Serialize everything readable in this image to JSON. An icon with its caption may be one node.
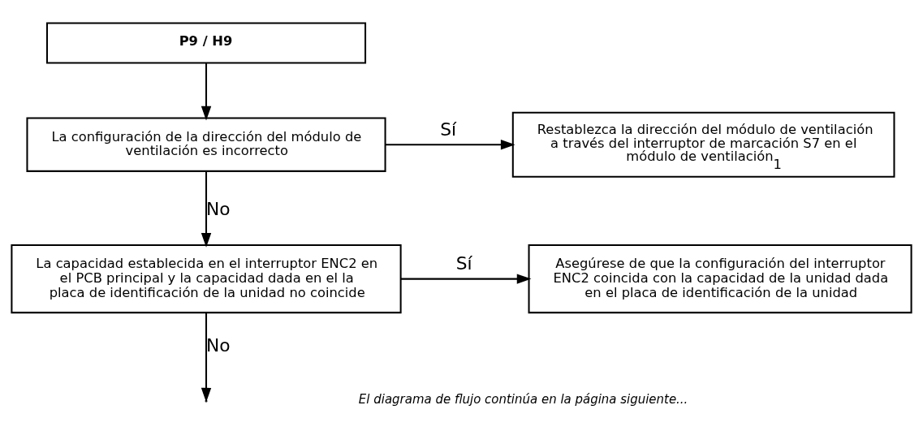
{
  "diagram": {
    "nodes": [
      {
        "text": [
          "P9 / H9"
        ]
      },
      {
        "text": [
          "La configuración de la dirección del módulo de ventilación es incorrecto"
        ]
      },
      {
        "text": [
          "Restablezca la dirección del módulo de ventilación a través del interruptor de marcación S7 en el módulo de ventilación$_{1}$"
        ]
      },
      {
        "text": [
          "La capacidad establecida en el interruptor ENC2 en el PCB principal y la capacidad dada en el la placa de identificación de la unidad no coincide"
        ]
      },
      {
        "text": [
          "Asegúrese de que la configuración del interruptor ENC2 coincida con la capacidad de la unidad dada en el placa de identificación de la unidad"
        ]
      }
    ],
    "edges": [
      {
        "from": 0,
        "to": 1,
        "arrow": "to"
      },
      {
        "from": 1,
        "to": 2,
        "arrow": "to",
        "label": "Sí"
      },
      {
        "from": 1,
        "to": 3,
        "arrow": "to",
        "label": "No"
      },
      {
        "from": 3,
        "to": 4,
        "arrow": "to",
        "label": "Sí"
      },
      {
        "from": 3,
        "to": null,
        "arrow": "to",
        "label": "No"
      }
    ],
    "labels": [
      "El diagrama de flujo continúa en la página siguiente..."
    ]
  }
}
